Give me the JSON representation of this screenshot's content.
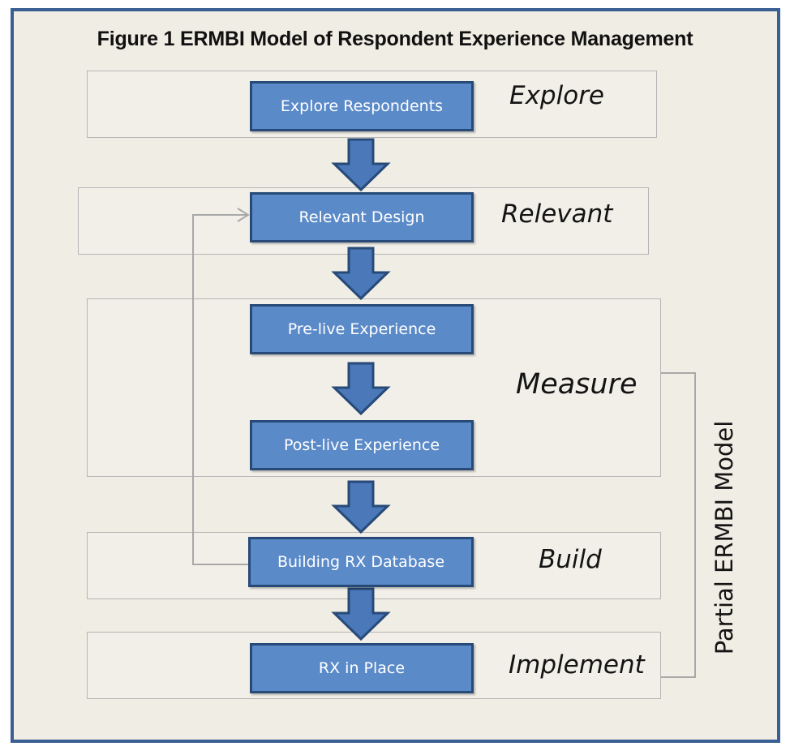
{
  "title": "Figure 1 ERMBI Model of Respondent Experience Management",
  "stages": {
    "explore": "Explore",
    "relevant": "Relevant",
    "measure": "Measure",
    "build": "Build",
    "implement": "Implement"
  },
  "steps": {
    "explore_respondents": "Explore Respondents",
    "relevant_design": "Relevant Design",
    "pre_live": "Pre-live Experience",
    "post_live": "Post-live Experience",
    "building_db": "Building RX Database",
    "rx_in_place": "RX in Place"
  },
  "side_label": "Partial ERMBI Model",
  "colors": {
    "frame_border": "#3a5f93",
    "background": "#f0ede4",
    "step_fill": "#5b8ac8",
    "step_border": "#274a78",
    "arrow_fill": "#4a78b8",
    "connector": "#a8a8a8"
  }
}
